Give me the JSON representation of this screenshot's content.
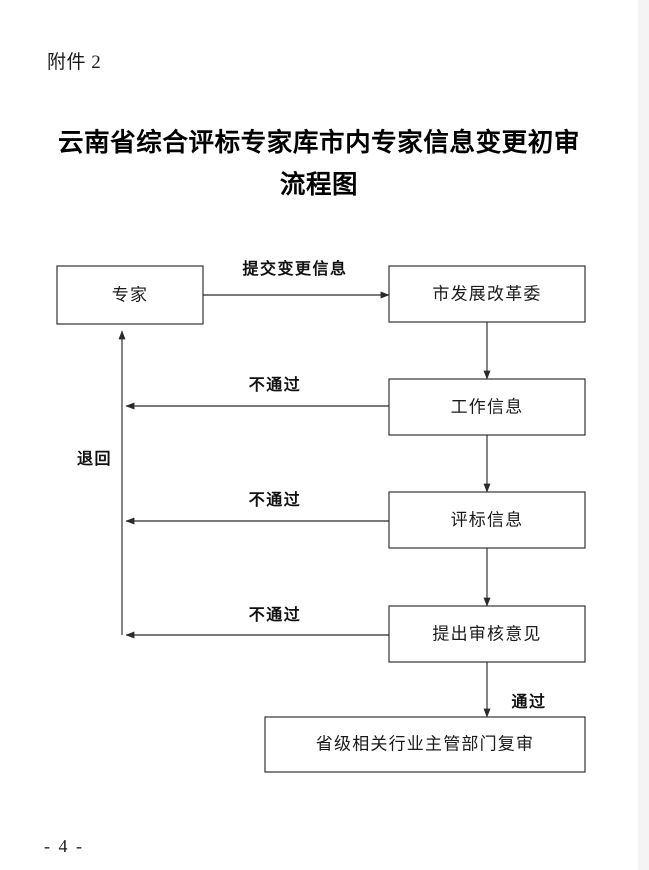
{
  "document": {
    "attachment_label": "附件 2",
    "title_line_1": "云南省综合评标专家库市内专家信息变更初审",
    "title_line_2": "流程图",
    "page_number": "- 4 -"
  },
  "flowchart": {
    "nodes": {
      "expert": "专家",
      "city_ndrc": "市发展改革委",
      "work_info": "工作信息",
      "bid_eval_info": "评标信息",
      "review_opinion": "提出审核意见",
      "provincial_review": "省级相关行业主管部门复审"
    },
    "edges": {
      "submit_change": "提交变更信息",
      "reject_work_info": "不通过",
      "reject_bid_eval": "不通过",
      "reject_review_opinion": "不通过",
      "return_to_expert": "退回",
      "pass": "通过"
    }
  },
  "colors": {
    "page_background": "#ffffff",
    "box_border": "#2b2b2b",
    "text": "#1a1a1a",
    "edge_strip": "#f4f4f4"
  }
}
